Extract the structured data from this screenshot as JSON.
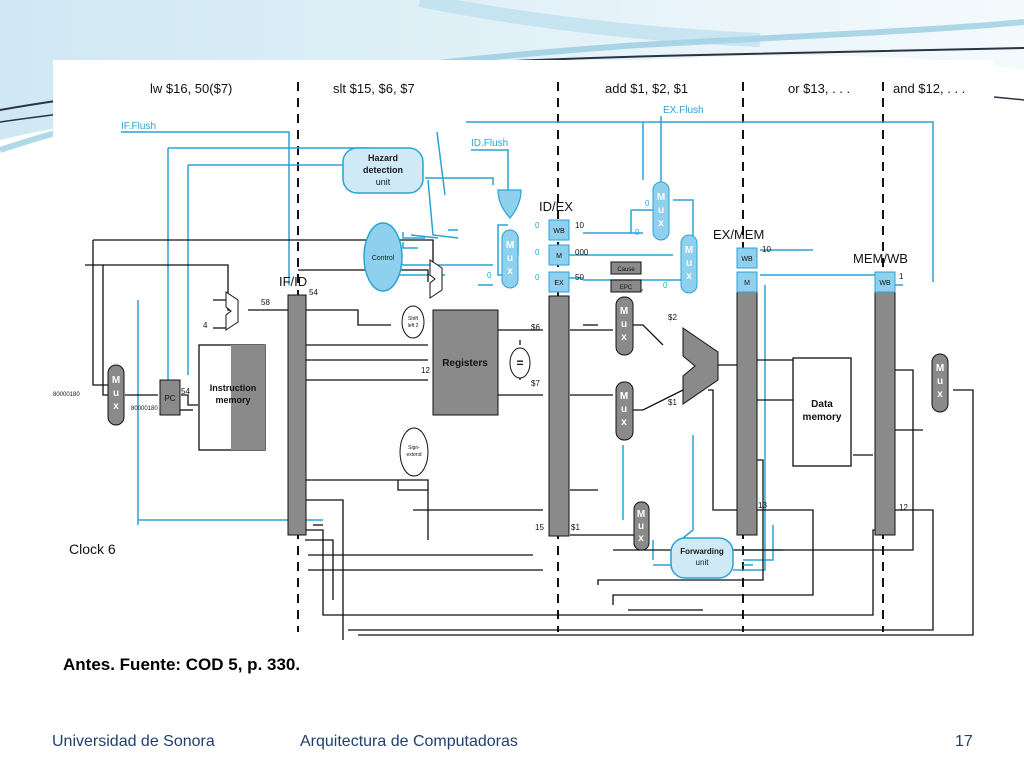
{
  "instructions": [
    "lw $16, 50($7)",
    "slt $15, $6, $7",
    "add $1, $2, $1",
    "or $13, . . .",
    "and $12, . . ."
  ],
  "pipeline_registers": [
    "IF/ID",
    "ID/EX",
    "EX/MEM",
    "MEM/WB"
  ],
  "units": {
    "hazard": "Hazard detection unit",
    "control": "Control",
    "registers": "Registers",
    "instruction_memory": "Instruction memory",
    "data_memory": "Data memory",
    "forwarding": "Forwarding unit",
    "pc": "PC",
    "shift": "Shift left 2",
    "sign_extend": "Sign-extend",
    "cause": "Cause",
    "epc": "EPC"
  },
  "mux": {
    "m": "M",
    "u": "u",
    "x": "x"
  },
  "signals": {
    "if_flush": "IF.Flush",
    "id_flush": "ID.Flush",
    "ex_flush": "EX.Flush"
  },
  "stage_fields": {
    "wb": "WB",
    "m": "M",
    "ex": "EX"
  },
  "values": {
    "n58": "58",
    "n54": "54",
    "n4": "4",
    "n12": "12",
    "addr_top": "80000180",
    "addr_bottom": "80000180",
    "v6": "$6",
    "v7": "$7",
    "v2": "$2",
    "v1": "$1",
    "v1b": "$1",
    "n15": "15",
    "n13": "13",
    "n12b": "12",
    "n10": "10",
    "n000": "000",
    "n50": "50",
    "n10b": "10",
    "n1": "1",
    "z1": "0",
    "z2": "0",
    "z3": "0",
    "z4": "0",
    "z5": "0",
    "z6": "0",
    "z7": "0"
  },
  "clock": "Clock 6",
  "caption": "Antes. Fuente: COD 5, p. 330.",
  "footer": {
    "left": "Universidad de Sonora",
    "center": "Arquitectura de Computadoras",
    "page": "17"
  },
  "colors": {
    "accent_blue": "#29a3d4",
    "unit_fill": "#cfe9f7",
    "register_gray": "#8a8a8a",
    "footer_text": "#1f3f6e"
  }
}
